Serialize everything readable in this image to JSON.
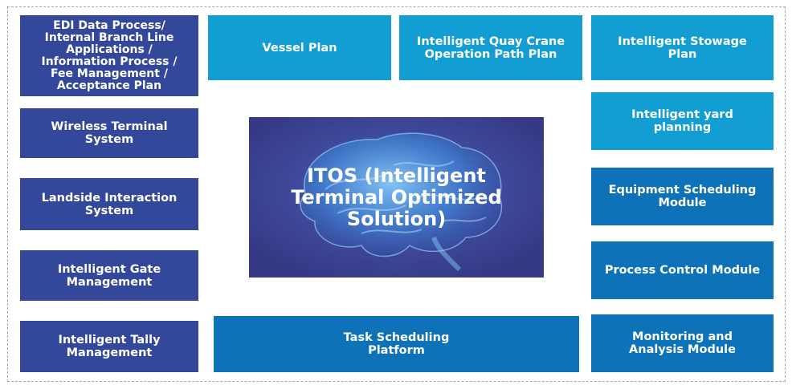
{
  "left_column": [
    {
      "id": "edi",
      "text": "EDI Data Process/\nInternal Branch Line\nApplications /\nInformation Process /\nFee Management /\nAcceptance Plan"
    },
    {
      "id": "wireless",
      "text": "Wireless Terminal\nSystem"
    },
    {
      "id": "landside",
      "text": "Landside Interaction\nSystem"
    },
    {
      "id": "gate",
      "text": "Intelligent Gate\nManagement"
    },
    {
      "id": "tally",
      "text": "Intelligent Tally\nManagement"
    }
  ],
  "top_row": [
    {
      "id": "vessel",
      "text": "Vessel Plan"
    },
    {
      "id": "quay",
      "text": "Intelligent Quay Crane\nOperation Path Plan"
    },
    {
      "id": "stowage",
      "text": "Intelligent Stowage\nPlan"
    }
  ],
  "right_column": [
    {
      "id": "yard",
      "text": "Intelligent yard\nplanning"
    },
    {
      "id": "equip",
      "text": "Equipment Scheduling\nModule"
    },
    {
      "id": "process",
      "text": "Process Control Module"
    },
    {
      "id": "monitor",
      "text": "Monitoring and\nAnalysis Module"
    }
  ],
  "bottom": {
    "id": "task",
    "text": "Task Scheduling\nPlatform"
  },
  "center": {
    "title": "ITOS (Intelligent\nTerminal Optimized\nSolution)"
  },
  "colors": {
    "navy": "#33489a",
    "light_blue": "#129ed3",
    "mid_blue": "#0e72b9",
    "center_bg": "#3a3d8a"
  }
}
